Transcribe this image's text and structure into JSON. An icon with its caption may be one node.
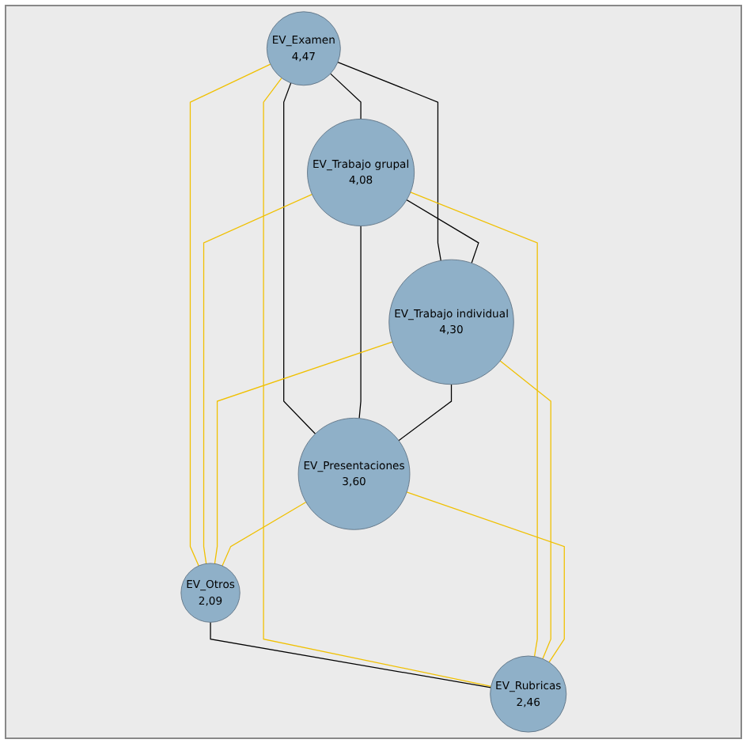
{
  "diagram": {
    "nodes": [
      {
        "text": [
          "EV_Examen",
          "4,47"
        ]
      },
      {
        "text": [
          "EV_Trabajo grupal",
          "4,08"
        ]
      },
      {
        "text": [
          "EV_Trabajo individual",
          "4,30"
        ]
      },
      {
        "text": [
          "EV_Presentaciones",
          "3,60"
        ]
      },
      {
        "text": [
          "EV_Otros",
          "2,09"
        ]
      },
      {
        "text": [
          "EV_Rubricas",
          "2,46"
        ]
      }
    ],
    "edges": [
      {
        "from": 0,
        "to": 1,
        "arrow": "none",
        "color": "#000000"
      },
      {
        "from": 0,
        "to": 2,
        "arrow": "none",
        "color": "#000000"
      },
      {
        "from": 0,
        "to": 3,
        "arrow": "none",
        "color": "#000000"
      },
      {
        "from": 1,
        "to": 2,
        "arrow": "none",
        "color": "#000000"
      },
      {
        "from": 1,
        "to": 3,
        "arrow": "none",
        "color": "#000000"
      },
      {
        "from": 2,
        "to": 3,
        "arrow": "none",
        "color": "#000000"
      },
      {
        "from": 4,
        "to": 5,
        "arrow": "none",
        "color": "#000000"
      },
      {
        "from": 0,
        "to": 4,
        "arrow": "none"
      },
      {
        "from": 0,
        "to": 5,
        "arrow": "none"
      },
      {
        "from": 1,
        "to": 4,
        "arrow": "none"
      },
      {
        "from": 1,
        "to": 5,
        "arrow": "none"
      },
      {
        "from": 2,
        "to": 4,
        "arrow": "none"
      },
      {
        "from": 2,
        "to": 5,
        "arrow": "none"
      },
      {
        "from": 3,
        "to": 4,
        "arrow": "none"
      },
      {
        "from": 3,
        "to": 5,
        "arrow": "none"
      }
    ]
  }
}
